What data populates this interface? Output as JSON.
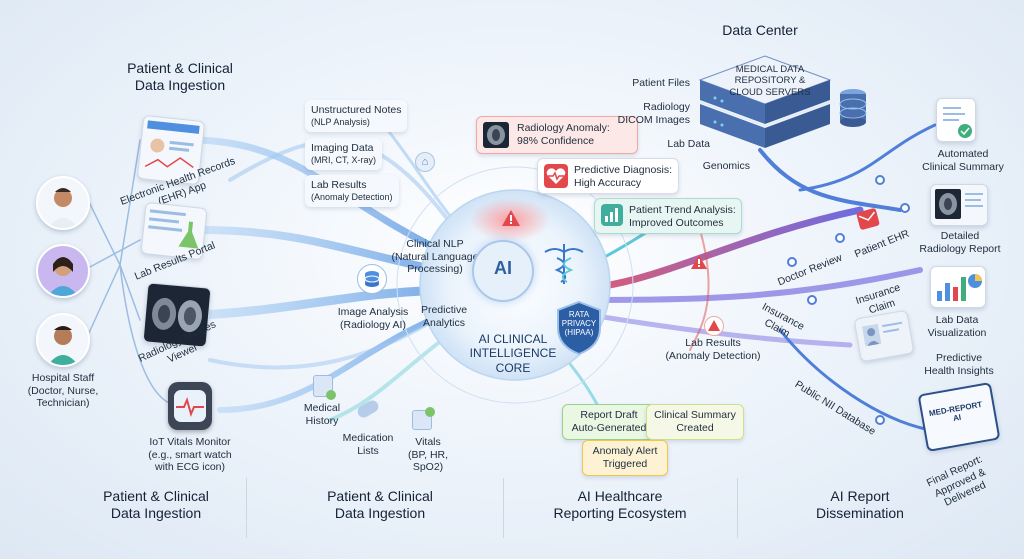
{
  "ingestion": {
    "title": "Patient & Clinical\nData Ingestion",
    "ehr_label": "Electronic Health Records\n(EHR) App",
    "lab_portal_label": "Lab Results Portal",
    "radiology_viewer_label": "Radiology Images\nViewer",
    "staff_label": "Hospital Staff\n(Doctor, Nurse,\nTechnician)",
    "iot_label": "IoT Vitals Monitor\n(e.g., smart watch\nwith ECG icon)"
  },
  "inputs": {
    "unstructured_notes": "Unstructured Notes",
    "unstructured_notes_sub": "(NLP Analysis)",
    "imaging_data": "Imaging Data",
    "imaging_data_sub": "(MRI, CT, X-ray)",
    "lab_results": "Lab Results",
    "lab_results_sub": "(Anomaly Detection)",
    "medical_history": "Medical\nHistory",
    "medication_lists": "Medication\nLists",
    "vitals": "Vitals\n(BP, HR, SpO2)"
  },
  "core": {
    "ai_badge": "AI",
    "title": "AI CLINICAL\nINTELLIGENCE\nCORE",
    "clinical_nlp": "Clinical NLP\n(Natural Language\nProcessing)",
    "image_analysis": "Image Analysis\n(Radiology AI)",
    "predictive_analytics": "Predictive\nAnalytics",
    "privacy_shield": "RATA\nPRIVACY\n(HIPAA)"
  },
  "alerts": {
    "radiology_anomaly": "Radiology Anomaly:\n98% Confidence",
    "predictive_diagnosis": "Predictive Diagnosis:\nHigh Accuracy",
    "patient_trend": "Patient Trend Analysis:\nImproved Outcomes"
  },
  "data_center": {
    "title": "Data Center",
    "repository": "MEDICAL DATA\nREPOSITORY &\nCLOUD SERVERS",
    "patient_files": "Patient Files",
    "radiology_dicom": "Radiology\nDICOM Images",
    "lab_data": "Lab Data",
    "genomics": "Genomics"
  },
  "flow_labels": {
    "lab_results_anomaly": "Lab Results\n(Anomaly Detection)",
    "doctor_review": "Doctor Review",
    "patient_ehr": "Patient EHR",
    "insurance_claim_left": "Insurance\nClaim",
    "insurance_claim_right": "Insurance\nClaim",
    "public_database": "Public NII Database"
  },
  "reports": {
    "report_draft": "Report Draft\nAuto-Generated",
    "clinical_summary_created": "Clinical Summary\nCreated",
    "anomaly_alert": "Anomaly Alert\nTriggered"
  },
  "outputs": {
    "automated_summary": "Automated\nClinical Summary",
    "detailed_radiology": "Detailed\nRadiology Report",
    "lab_visualization": "Lab Data\nVisualization",
    "predictive_insights": "Predictive\nHealth Insights",
    "med_report_screen": "MED-REPORT AI",
    "final_report": "Final Report:\nApproved &\nDelivered"
  },
  "footer": {
    "col1": "Patient & Clinical\nData Ingestion",
    "col2": "Patient & Clinical\nData Ingestion",
    "col3": "AI Healthcare\nReporting Ecosystem",
    "col4": "AI Report\nDissemination"
  },
  "colors": {
    "flow_blue": "#4f8fe0",
    "flow_purple": "#7b6fe0",
    "flow_teal": "#5ec8d8",
    "alert_red": "#e2474b",
    "draft_green": "#7cc46a",
    "alert_yellow": "#f2c64a"
  }
}
